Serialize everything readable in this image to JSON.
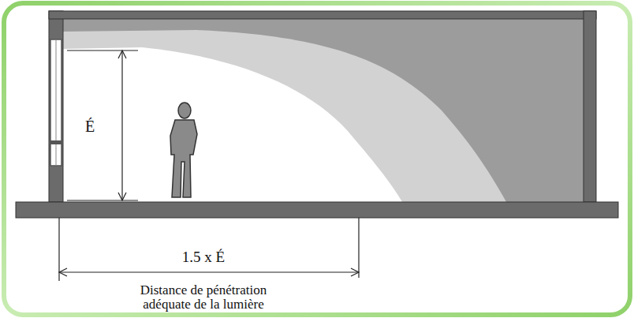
{
  "diagram": {
    "labels": [
      "É",
      "1.5 x É",
      "Distance de pénétration adéquate de la lumière"
    ]
  }
}
